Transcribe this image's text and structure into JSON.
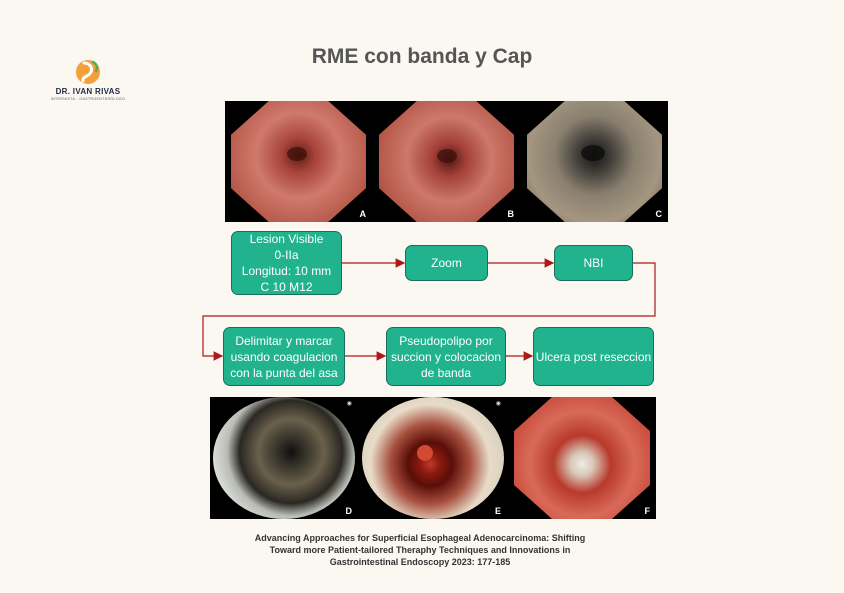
{
  "title": "RME con banda y Cap",
  "logo": {
    "name": "DR. IVAN RIVAS",
    "subtitle": "INTERNISTA - GASTROENTERÓLOGO",
    "icon": "stomach-logo-icon"
  },
  "photos_top": [
    {
      "letter": "A",
      "tone": "red-mucosa"
    },
    {
      "letter": "B",
      "tone": "red-mucosa"
    },
    {
      "letter": "C",
      "tone": "nbi-grey"
    }
  ],
  "steps": [
    {
      "id": "lesion",
      "text": "Lesion Visible\n0-IIa\nLongitud: 10 mm\nC 10 M12"
    },
    {
      "id": "zoom",
      "text": "Zoom"
    },
    {
      "id": "nbi",
      "text": "NBI"
    },
    {
      "id": "delimitar",
      "text": "Delimitar y marcar\nusando coagulacion\ncon la punta del asa"
    },
    {
      "id": "pseudopolipo",
      "text": "Pseudopolipo por\nsuccion y colocacion\nde banda"
    },
    {
      "id": "ulcera",
      "text": "Ulcera post reseccion"
    }
  ],
  "photos_bottom": [
    {
      "letter": "D",
      "tone": "nbi-cap"
    },
    {
      "letter": "E",
      "tone": "band-cap"
    },
    {
      "letter": "F",
      "tone": "red-ulcer"
    }
  ],
  "citation": "Advancing Approaches for Superficial Esophageal  Adenocarcinoma: Shifting\nToward more Patient-tailored Theraphy Techniques and Innovations in\nGastrointestinal Endoscopy 2023: 177-185",
  "colors": {
    "step_fill": "#20b38e",
    "step_border": "#1a6f5a",
    "arrow": "#b01818",
    "background": "#fbf8f2"
  }
}
